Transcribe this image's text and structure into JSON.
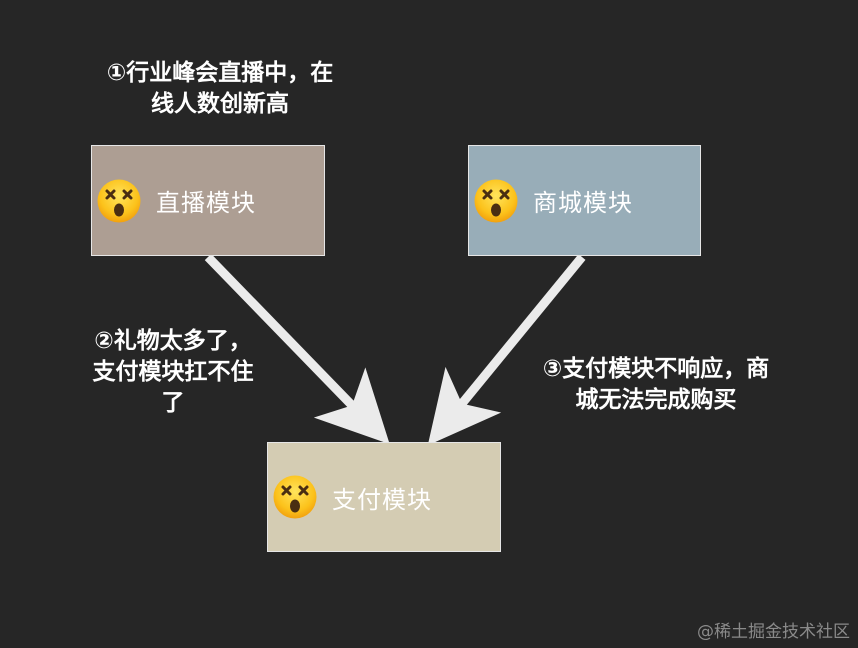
{
  "annotations": {
    "note_1": "①行业峰会直播中，在\n线人数创新高",
    "note_2": "②礼物太多了，\n支付模块扛不住\n了",
    "note_3": "③支付模块不响应，商\n城无法完成购买"
  },
  "modules": {
    "live": {
      "label": "直播模块",
      "color": "#ad9e93",
      "icon": "dizzy-face-emoji-icon"
    },
    "mall": {
      "label": "商城模块",
      "color": "#98adb8",
      "icon": "dizzy-face-emoji-icon"
    },
    "payment": {
      "label": "支付模块",
      "color": "#d4ccb3",
      "icon": "dizzy-face-emoji-icon"
    }
  },
  "arrows": [
    {
      "from": "live",
      "to": "payment"
    },
    {
      "from": "mall",
      "to": "payment"
    }
  ],
  "colors": {
    "background": "#262626",
    "arrow": "#ebebeb",
    "text": "#ffffff"
  },
  "watermark": "@稀土掘金技术社区"
}
